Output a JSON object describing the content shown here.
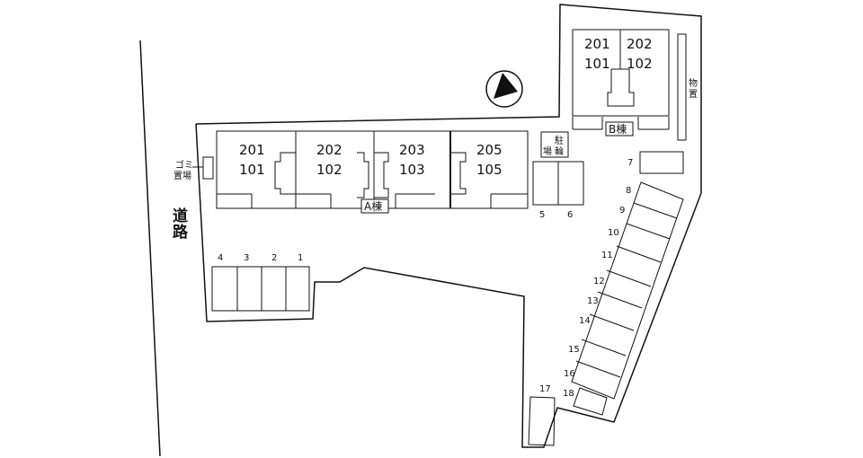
{
  "road": {
    "label_line1": "道",
    "label_line2": "路"
  },
  "garbage": {
    "label_line1": "ゴミ",
    "label_line2": "置場"
  },
  "storage": {
    "label": "物置"
  },
  "bicycle_parking": {
    "label_line1": "駐",
    "label_line2": "輪",
    "label_line3": "場"
  },
  "building_a": {
    "label": "A棟",
    "units": [
      {
        "upper": "201",
        "lower": "101"
      },
      {
        "upper": "202",
        "lower": "102"
      },
      {
        "upper": "203",
        "lower": "103"
      },
      {
        "upper": "205",
        "lower": "105"
      }
    ]
  },
  "building_b": {
    "label": "B棟",
    "units": [
      {
        "upper": "201",
        "lower": "101"
      },
      {
        "upper": "202",
        "lower": "102"
      }
    ]
  },
  "parking": {
    "left_group": [
      "4",
      "3",
      "2",
      "1"
    ],
    "middle_group": [
      "5",
      "6"
    ],
    "single": "7",
    "diagonal_group": [
      "8",
      "9",
      "10",
      "11",
      "12",
      "13",
      "14",
      "15",
      "16"
    ],
    "small": "18",
    "bottom": "17"
  }
}
